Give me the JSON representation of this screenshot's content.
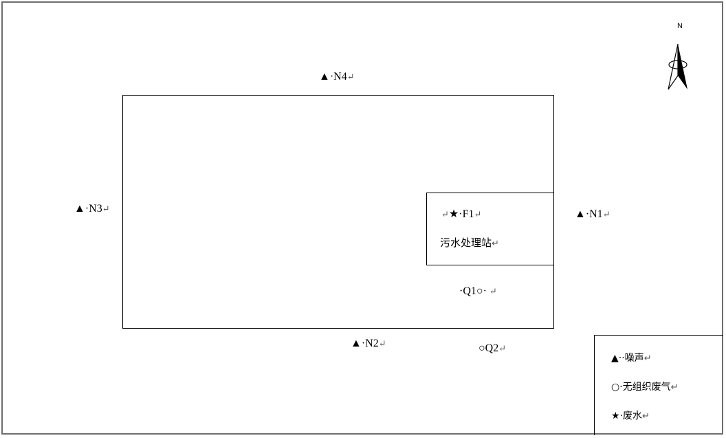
{
  "compass": {
    "letter": "N",
    "icon": "north-arrow-icon"
  },
  "points": {
    "n4": {
      "symbol": "▲",
      "label": "·N4",
      "ret": "↵"
    },
    "n3": {
      "symbol": "▲",
      "label": "·N3",
      "ret": "↵"
    },
    "n1": {
      "symbol": "▲",
      "label": "·N1",
      "ret": "↵"
    },
    "n2": {
      "symbol": "▲",
      "label": "·N2",
      "ret": "↵"
    },
    "f1": {
      "pre": "↵",
      "symbol": "★",
      "label": "·F1",
      "ret": "↵"
    },
    "q1": {
      "pre": "·Q1",
      "symbol": "○",
      "post": "·",
      "ret": "↵"
    },
    "q2": {
      "symbol": "○",
      "label": "Q2",
      "ret": "↵"
    }
  },
  "station": {
    "name": "污水处理站",
    "ret": "↵"
  },
  "legend": {
    "items": [
      {
        "symbol": "▲",
        "text": "··噪声",
        "ret": "↵"
      },
      {
        "symbol": "○",
        "text": "·无组织废气",
        "ret": "↵"
      },
      {
        "symbol": "★",
        "text": "·废水",
        "ret": "↵"
      }
    ]
  }
}
